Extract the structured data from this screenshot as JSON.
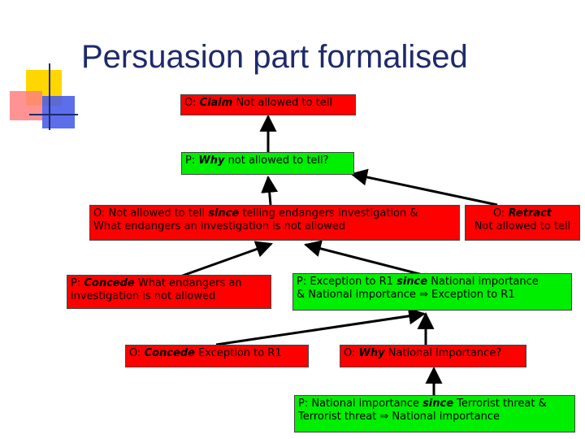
{
  "title": "Persuasion part formalised",
  "colors": {
    "red_node": "#ff0000",
    "green_node": "#00ee00",
    "title": "#1f2a6b"
  },
  "nodes": {
    "n1": {
      "prefix": "O: ",
      "keyword": "Claim",
      "text": " Not allowed to tell"
    },
    "n2": {
      "prefix": "P: ",
      "keyword": "Why",
      "text": " not allowed to tell?"
    },
    "n3": {
      "line1_a": "O: Not allowed to tell ",
      "keyword": "since",
      "line1_b": " telling endangers investigation &",
      "line2": "What endangers an investigation is not allowed"
    },
    "n4": {
      "prefix": "O: ",
      "keyword": "Retract",
      "line2": "Not allowed to tell"
    },
    "n5": {
      "prefix": "P: ",
      "keyword": "Concede",
      "text": " What endangers an",
      "line2": "investigation is not allowed"
    },
    "n6": {
      "line1_a": "P: Exception to R1 ",
      "keyword": "since",
      "line1_b": " National importance",
      "line2": "& National importance ⇒ Exception to R1"
    },
    "n7": {
      "prefix": "O: ",
      "keyword": "Concede",
      "text": " Exception to R1"
    },
    "n8": {
      "prefix": "O: ",
      "keyword": "Why",
      "text": " National importance?"
    },
    "n9": {
      "line1_a": "P: National importance ",
      "keyword": "since",
      "line1_b": " Terrorist threat &",
      "line2": "Terrorist threat ⇒ National importance"
    }
  }
}
